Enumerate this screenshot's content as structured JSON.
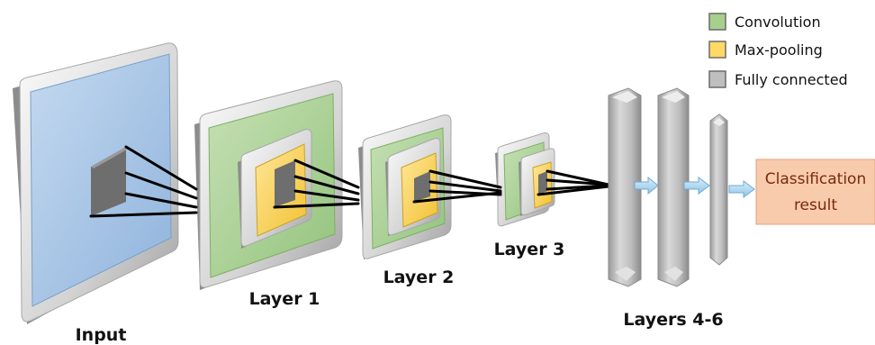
{
  "labels": {
    "input": "Input",
    "layer1": "Layer 1",
    "layer2": "Layer 2",
    "layer3": "Layer 3",
    "layers46": "Layers 4-6"
  },
  "legend": [
    {
      "label": "Convolution",
      "color": "#a8d08d"
    },
    {
      "label": "Max-pooling",
      "color": "#ffd966"
    },
    {
      "label": "Fully connected",
      "color": "#bfbfbf"
    }
  ],
  "result": {
    "line1": "Classification",
    "line2": "result"
  },
  "colors": {
    "input": "#a9c7e8",
    "convolution": "#a8d08d",
    "pooling": "#ffd966",
    "fully_connected": "#bfbfbf",
    "result": "#f8cbad",
    "arrow": "#b4d7f0"
  }
}
